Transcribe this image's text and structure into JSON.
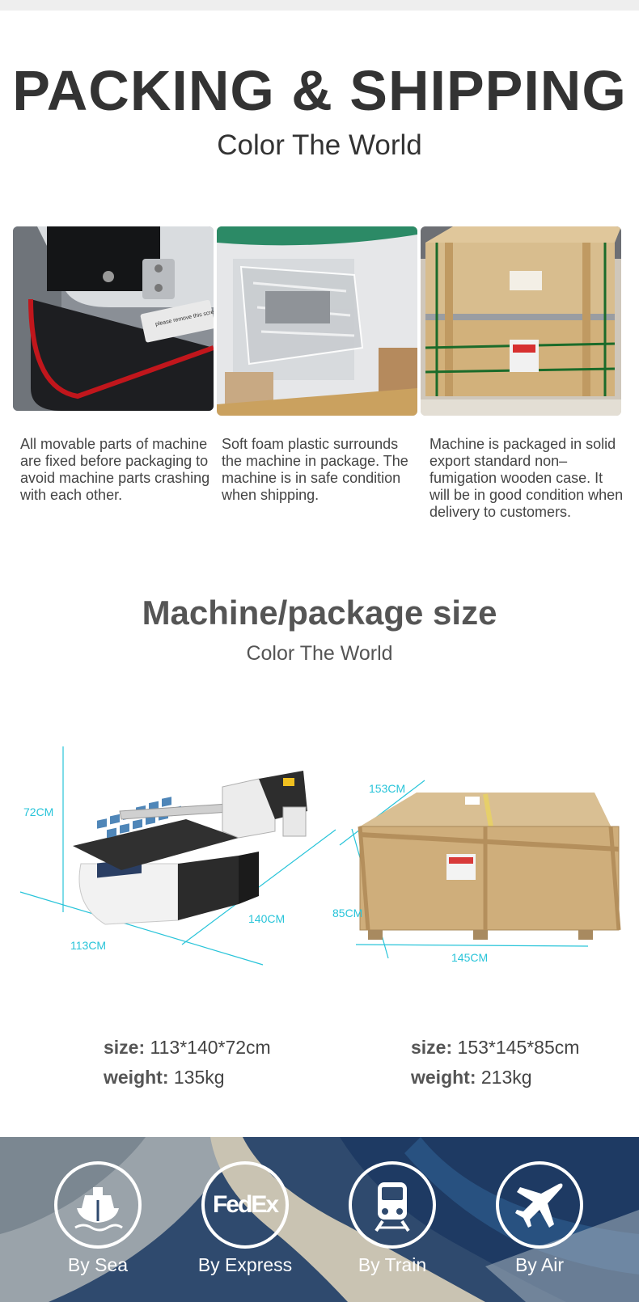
{
  "header": {
    "title": "PACKING & SHIPPING",
    "subtitle": "Color The World"
  },
  "packing": {
    "captions": [
      "All movable parts of machine are fixed before packaging to avoid machine parts crashing with each other.",
      "Soft foam plastic surrounds the machine in package. The machine is in safe condition when shipping.",
      "Machine is packaged in solid export standard non–fumigation wooden case. It will be in good condition when delivery to customers."
    ],
    "photo1_sticker_text": "please remove this screw before turn on machine"
  },
  "size_section": {
    "title": "Machine/package size",
    "subtitle": "Color The World",
    "machine_dims": {
      "height": "72CM",
      "depth": "140CM",
      "width": "113CM"
    },
    "package_dims": {
      "depth": "153CM",
      "height": "85CM",
      "width": "145CM"
    },
    "machine_spec": {
      "size_label": "size:",
      "size_value": "113*140*72cm",
      "weight_label": "weight:",
      "weight_value": "135kg"
    },
    "package_spec": {
      "size_label": "size:",
      "size_value": "153*145*85cm",
      "weight_label": "weight:",
      "weight_value": "213kg"
    }
  },
  "shipping": {
    "methods": [
      {
        "label": "By Sea",
        "icon": "ship-icon"
      },
      {
        "label": "By Express",
        "icon": "fedex-icon",
        "logo_text": "FedEx"
      },
      {
        "label": "By Train",
        "icon": "train-icon"
      },
      {
        "label": "By Air",
        "icon": "airplane-icon"
      }
    ]
  },
  "colors": {
    "accent_dimension": "#28c4d9",
    "heading": "#333333"
  }
}
